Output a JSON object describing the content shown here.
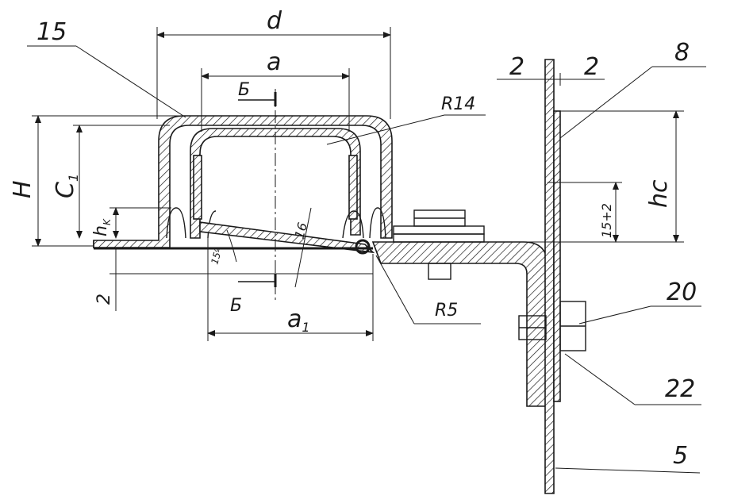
{
  "labels": {
    "d": "d",
    "a": "a",
    "a1": "a",
    "a1_sub": "1",
    "H": "H",
    "C1": "C",
    "C1_sub": "1",
    "hk": "h",
    "hk_sub": "K",
    "hc": "hc",
    "dim_2_bottom": "2",
    "dim_2_left": "2",
    "dim_2_right": "2",
    "dim_15_2": "15+2",
    "r14": "R14",
    "r5": "R5",
    "b_top": "Б",
    "b_bottom": "Б",
    "angle_15": "15º",
    "dim_16": "16"
  },
  "callouts": {
    "c15": "15",
    "c8": "8",
    "c20": "20",
    "c22": "22",
    "c5": "5"
  },
  "colors": {
    "ink": "#1a1a1a",
    "paper": "#ffffff"
  }
}
